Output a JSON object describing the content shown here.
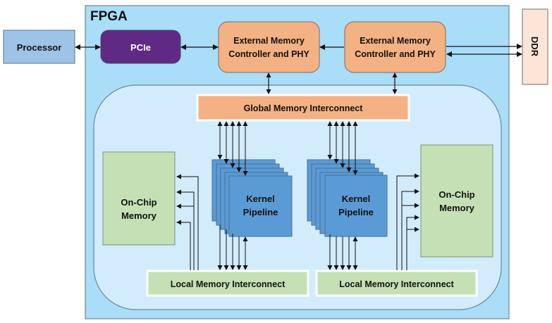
{
  "blocks": {
    "processor": "Processor",
    "fpga": "FPGA",
    "pcie": "PCIe",
    "emc1_line1": "External Memory",
    "emc1_line2": "Controller and PHY",
    "emc2_line1": "External Memory",
    "emc2_line2": "Controller and PHY",
    "ddr": "DDR",
    "global_interconnect": "Global Memory Interconnect",
    "kernel1_line1": "Kernel",
    "kernel1_line2": "Pipeline",
    "kernel2_line1": "Kernel",
    "kernel2_line2": "Pipeline",
    "onchip1_line1": "On-Chip",
    "onchip1_line2": "Memory",
    "onchip2_line1": "On-Chip",
    "onchip2_line2": "Memory",
    "local1": "Local Memory Interconnect",
    "local2": "Local Memory Interconnect"
  },
  "colors": {
    "fpga_bg": "#a9ddf8",
    "inner_bg": "#d2ecfb",
    "processor": "#9dc3e6",
    "pcie": "#5f2a84",
    "emc": "#f4b183",
    "ddr": "#fbe5d6",
    "kernel": "#5b9bd5",
    "onchip": "#c5e0b4"
  }
}
